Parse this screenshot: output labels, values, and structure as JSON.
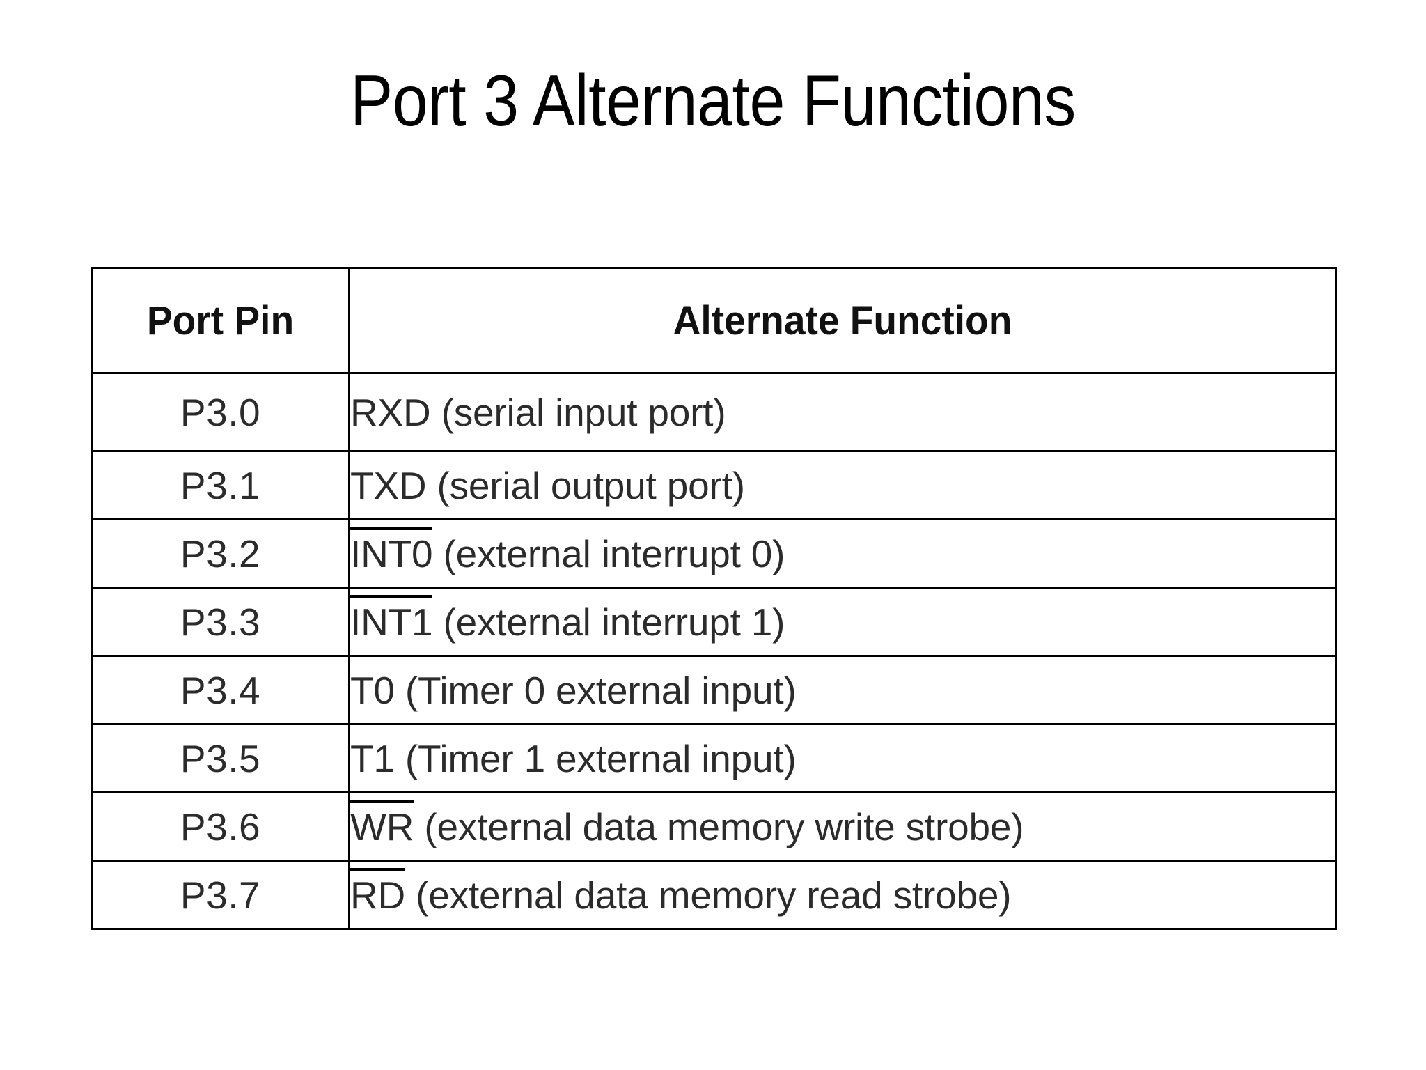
{
  "slide": {
    "title": "Port 3 Alternate Functions",
    "background_color": "#ffffff",
    "text_color": "#000000",
    "border_color": "#000000"
  },
  "table": {
    "headers": {
      "port_pin": "Port Pin",
      "alternate_function": "Alternate Function"
    },
    "rows": [
      {
        "pin": "P3.0",
        "mnemonic": "RXD",
        "overline": false,
        "description": "(serial input port)",
        "full": "RXD (serial input port)"
      },
      {
        "pin": "P3.1",
        "mnemonic": "TXD",
        "overline": false,
        "description": "(serial output port)",
        "full": "TXD (serial output port)"
      },
      {
        "pin": "P3.2",
        "mnemonic": "INT0",
        "overline": true,
        "description": "(external interrupt 0)",
        "full": "INT0 (external interrupt 0)"
      },
      {
        "pin": "P3.3",
        "mnemonic": "INT1",
        "overline": true,
        "description": "(external interrupt 1)",
        "full": "INT1 (external interrupt 1)"
      },
      {
        "pin": "P3.4",
        "mnemonic": "T0",
        "overline": false,
        "description": "(Timer 0 external input)",
        "full": "T0 (Timer 0 external input)"
      },
      {
        "pin": "P3.5",
        "mnemonic": "T1",
        "overline": false,
        "description": "(Timer 1 external input)",
        "full": "T1 (Timer 1 external input)"
      },
      {
        "pin": "P3.6",
        "mnemonic": "WR",
        "overline": true,
        "description": "(external data memory write strobe)",
        "full": "WR (external data memory write strobe)"
      },
      {
        "pin": "P3.7",
        "mnemonic": "RD",
        "overline": true,
        "description": "(external data memory read strobe)",
        "full": "RD (external data memory read strobe)"
      }
    ]
  }
}
